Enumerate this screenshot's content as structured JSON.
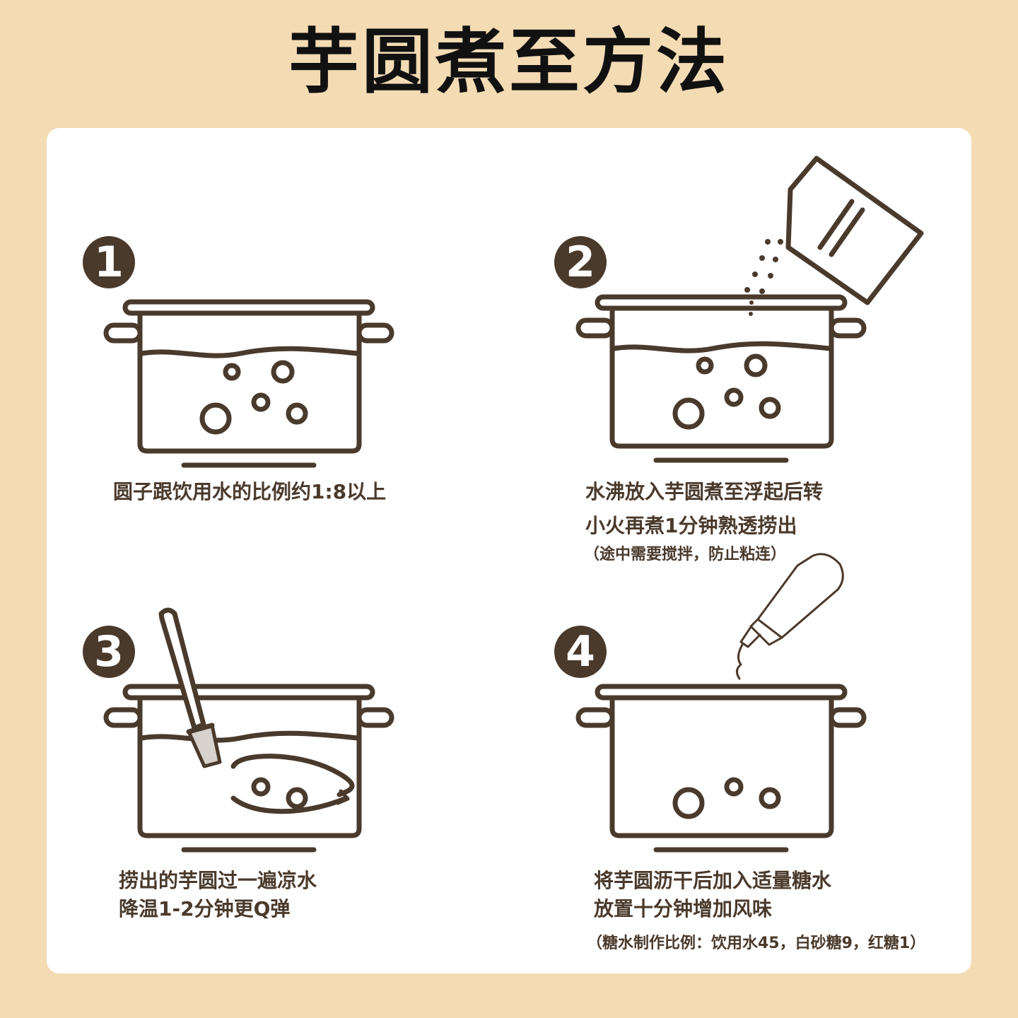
{
  "title": "芋圆煮至方法",
  "steps": [
    {
      "number": "1",
      "line1": "圆子跟饮用水的比例约1:8以上"
    },
    {
      "number": "2",
      "line1": "水沸放入芋圆煮至浮起后转",
      "line2": "小火再煮1分钟熟透捞出",
      "note": "（途中需要搅拌，防止粘连）"
    },
    {
      "number": "3",
      "line1": "捞出的芋圆过一遍凉水",
      "line2": "降温1-2分钟更Q弹"
    },
    {
      "number": "4",
      "line1": "将芋圆沥干后加入适量糖水",
      "line2": "放置十分钟增加风味",
      "note": "（糖水制作比例：饮用水45，白砂糖9，红糖1）"
    }
  ],
  "colors": {
    "background": "#f3dbb4",
    "card": "#ffffff",
    "ink": "#4a3a2c",
    "title": "#111111"
  },
  "icons": [
    "pot-icon",
    "sugar-bag-icon",
    "spatula-icon",
    "syrup-bottle-icon"
  ]
}
